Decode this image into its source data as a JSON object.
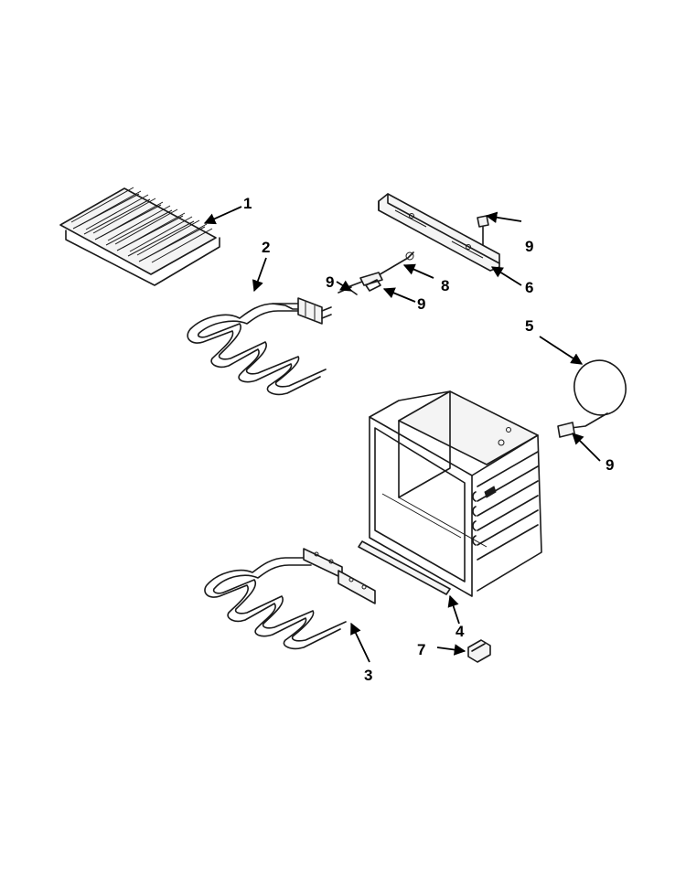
{
  "callouts": {
    "c1": "1",
    "c2": "2",
    "c3": "3",
    "c4": "4",
    "c5": "5",
    "c6": "6",
    "c7": "7",
    "c8": "8",
    "c9a": "9",
    "c9b": "9",
    "c9c": "9",
    "c9d": "9"
  },
  "colors": {
    "line": "#1a1a1a",
    "background": "#ffffff"
  }
}
